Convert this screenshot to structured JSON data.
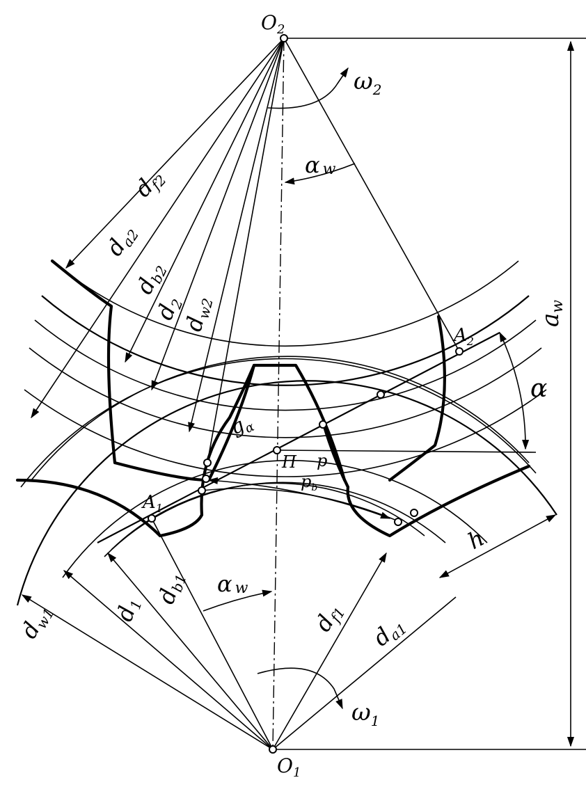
{
  "labels": {
    "O2": "O",
    "O2_sub": "2",
    "O1": "O",
    "O1_sub": "1",
    "omega2": "ω",
    "omega2_sub": "2",
    "omega1": "ω",
    "omega1_sub": "1",
    "alpha_w_top": "α",
    "alpha_w_top_sub": "w",
    "alpha_w_bottom": "α",
    "alpha_w_bottom_sub": "w",
    "alpha": "α",
    "aw": "a",
    "aw_sub": "w",
    "df2": "d",
    "df2_sub": "f2",
    "da2": "d",
    "da2_sub": "a2",
    "db2": "d",
    "db2_sub": "b2",
    "d2": "d",
    "d2_sub": "2",
    "dw2": "d",
    "dw2_sub": "w2",
    "dw1": "d",
    "dw1_sub": "w1",
    "d1": "d",
    "d1_sub": "1",
    "db1": "d",
    "db1_sub": "b1",
    "df1": "d",
    "df1_sub": "f1",
    "da1": "d",
    "da1_sub": "a1",
    "A1": "A",
    "A1_sub": "1",
    "A2": "A",
    "A2_sub": "2",
    "g_alpha": "g",
    "g_alpha_sub": "α",
    "pole": "П",
    "p": "p",
    "pb": "p",
    "pb_sub": "b",
    "h": "h"
  }
}
